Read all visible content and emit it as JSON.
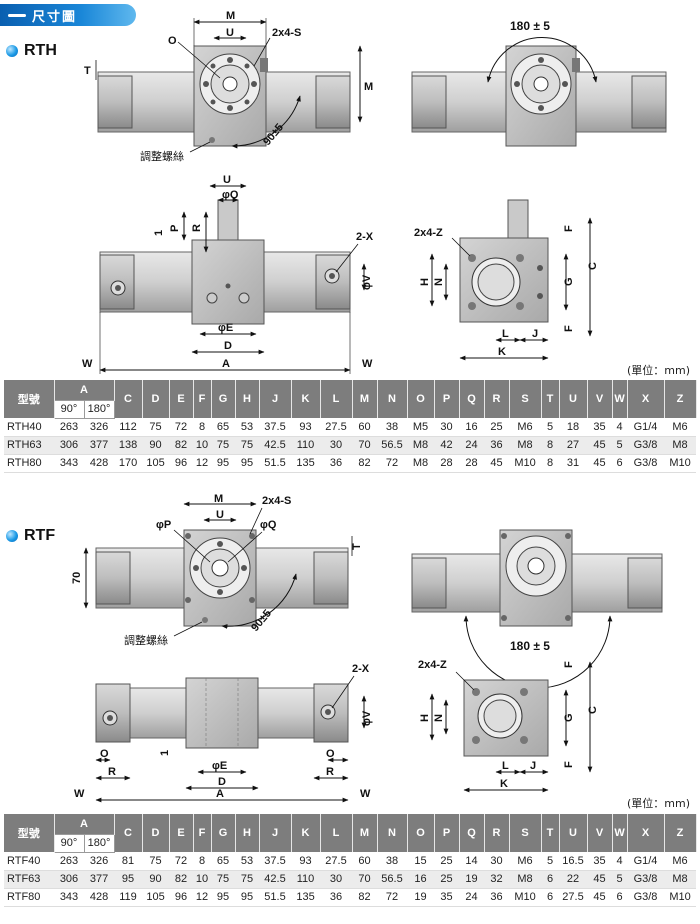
{
  "banner": {
    "title": "尺寸圖"
  },
  "unit_label": "(單位：mm)",
  "rth": {
    "series": "RTH",
    "labels": {
      "M": "M",
      "U": "U",
      "S": "2x4-S",
      "O": "O",
      "T": "T",
      "angle90": "90±5",
      "angle180": "180 ± 5",
      "adjust": "調整螺絲",
      "Q": "φQ",
      "P": "P",
      "R": "R",
      "one": "1",
      "X": "2-X",
      "V": "φV",
      "E": "φE",
      "D": "D",
      "A": "A",
      "W": "W",
      "Z": "2x4-Z",
      "H": "H",
      "N": "N",
      "G": "G",
      "F": "F",
      "C": "C",
      "L": "L",
      "J": "J",
      "K": "K"
    },
    "table": {
      "model_header": "型號",
      "a_header": "A",
      "a_sub": [
        "90°",
        "180°"
      ],
      "columns": [
        "C",
        "D",
        "E",
        "F",
        "G",
        "H",
        "J",
        "K",
        "L",
        "M",
        "N",
        "O",
        "P",
        "Q",
        "R",
        "S",
        "T",
        "U",
        "V",
        "W",
        "X",
        "Z"
      ],
      "rows": [
        [
          "RTH40",
          "263",
          "326",
          "112",
          "75",
          "72",
          "8",
          "65",
          "53",
          "37.5",
          "93",
          "27.5",
          "60",
          "38",
          "M5",
          "30",
          "16",
          "25",
          "M6",
          "5",
          "18",
          "35",
          "4",
          "G1/4",
          "M6"
        ],
        [
          "RTH63",
          "306",
          "377",
          "138",
          "90",
          "82",
          "10",
          "75",
          "75",
          "42.5",
          "110",
          "30",
          "70",
          "56.5",
          "M8",
          "42",
          "24",
          "36",
          "M8",
          "8",
          "27",
          "45",
          "5",
          "G3/8",
          "M8"
        ],
        [
          "RTH80",
          "343",
          "428",
          "170",
          "105",
          "96",
          "12",
          "95",
          "95",
          "51.5",
          "135",
          "36",
          "82",
          "72",
          "M8",
          "28",
          "28",
          "45",
          "M10",
          "8",
          "31",
          "45",
          "6",
          "G3/8",
          "M10"
        ]
      ]
    }
  },
  "rtf": {
    "series": "RTF",
    "labels": {
      "M": "M",
      "U": "U",
      "S": "2x4-S",
      "P": "φP",
      "Q": "φQ",
      "T": "T",
      "seventy": "70",
      "angle90": "90±5",
      "angle180": "180 ± 5",
      "adjust": "調整螺絲",
      "X": "2-X",
      "V": "φV",
      "O": "O",
      "R": "R",
      "one": "1",
      "E": "φE",
      "D": "D",
      "A": "A",
      "W": "W",
      "Z": "2x4-Z",
      "H": "H",
      "N": "N",
      "G": "G",
      "F": "F",
      "C": "C",
      "L": "L",
      "J": "J",
      "K": "K"
    },
    "table": {
      "model_header": "型號",
      "a_header": "A",
      "a_sub": [
        "90°",
        "180°"
      ],
      "columns": [
        "C",
        "D",
        "E",
        "F",
        "G",
        "H",
        "J",
        "K",
        "L",
        "M",
        "N",
        "O",
        "P",
        "Q",
        "R",
        "S",
        "T",
        "U",
        "V",
        "W",
        "X",
        "Z"
      ],
      "rows": [
        [
          "RTF40",
          "263",
          "326",
          "81",
          "75",
          "72",
          "8",
          "65",
          "53",
          "37.5",
          "93",
          "27.5",
          "60",
          "38",
          "15",
          "25",
          "14",
          "30",
          "M6",
          "5",
          "16.5",
          "35",
          "4",
          "G1/4",
          "M6"
        ],
        [
          "RTF63",
          "306",
          "377",
          "95",
          "90",
          "82",
          "10",
          "75",
          "75",
          "42.5",
          "110",
          "30",
          "70",
          "56.5",
          "16",
          "25",
          "19",
          "32",
          "M8",
          "6",
          "22",
          "45",
          "5",
          "G3/8",
          "M8"
        ],
        [
          "RTF80",
          "343",
          "428",
          "119",
          "105",
          "96",
          "12",
          "95",
          "95",
          "51.5",
          "135",
          "36",
          "82",
          "72",
          "19",
          "35",
          "24",
          "36",
          "M10",
          "6",
          "27.5",
          "45",
          "6",
          "G3/8",
          "M10"
        ]
      ]
    }
  }
}
